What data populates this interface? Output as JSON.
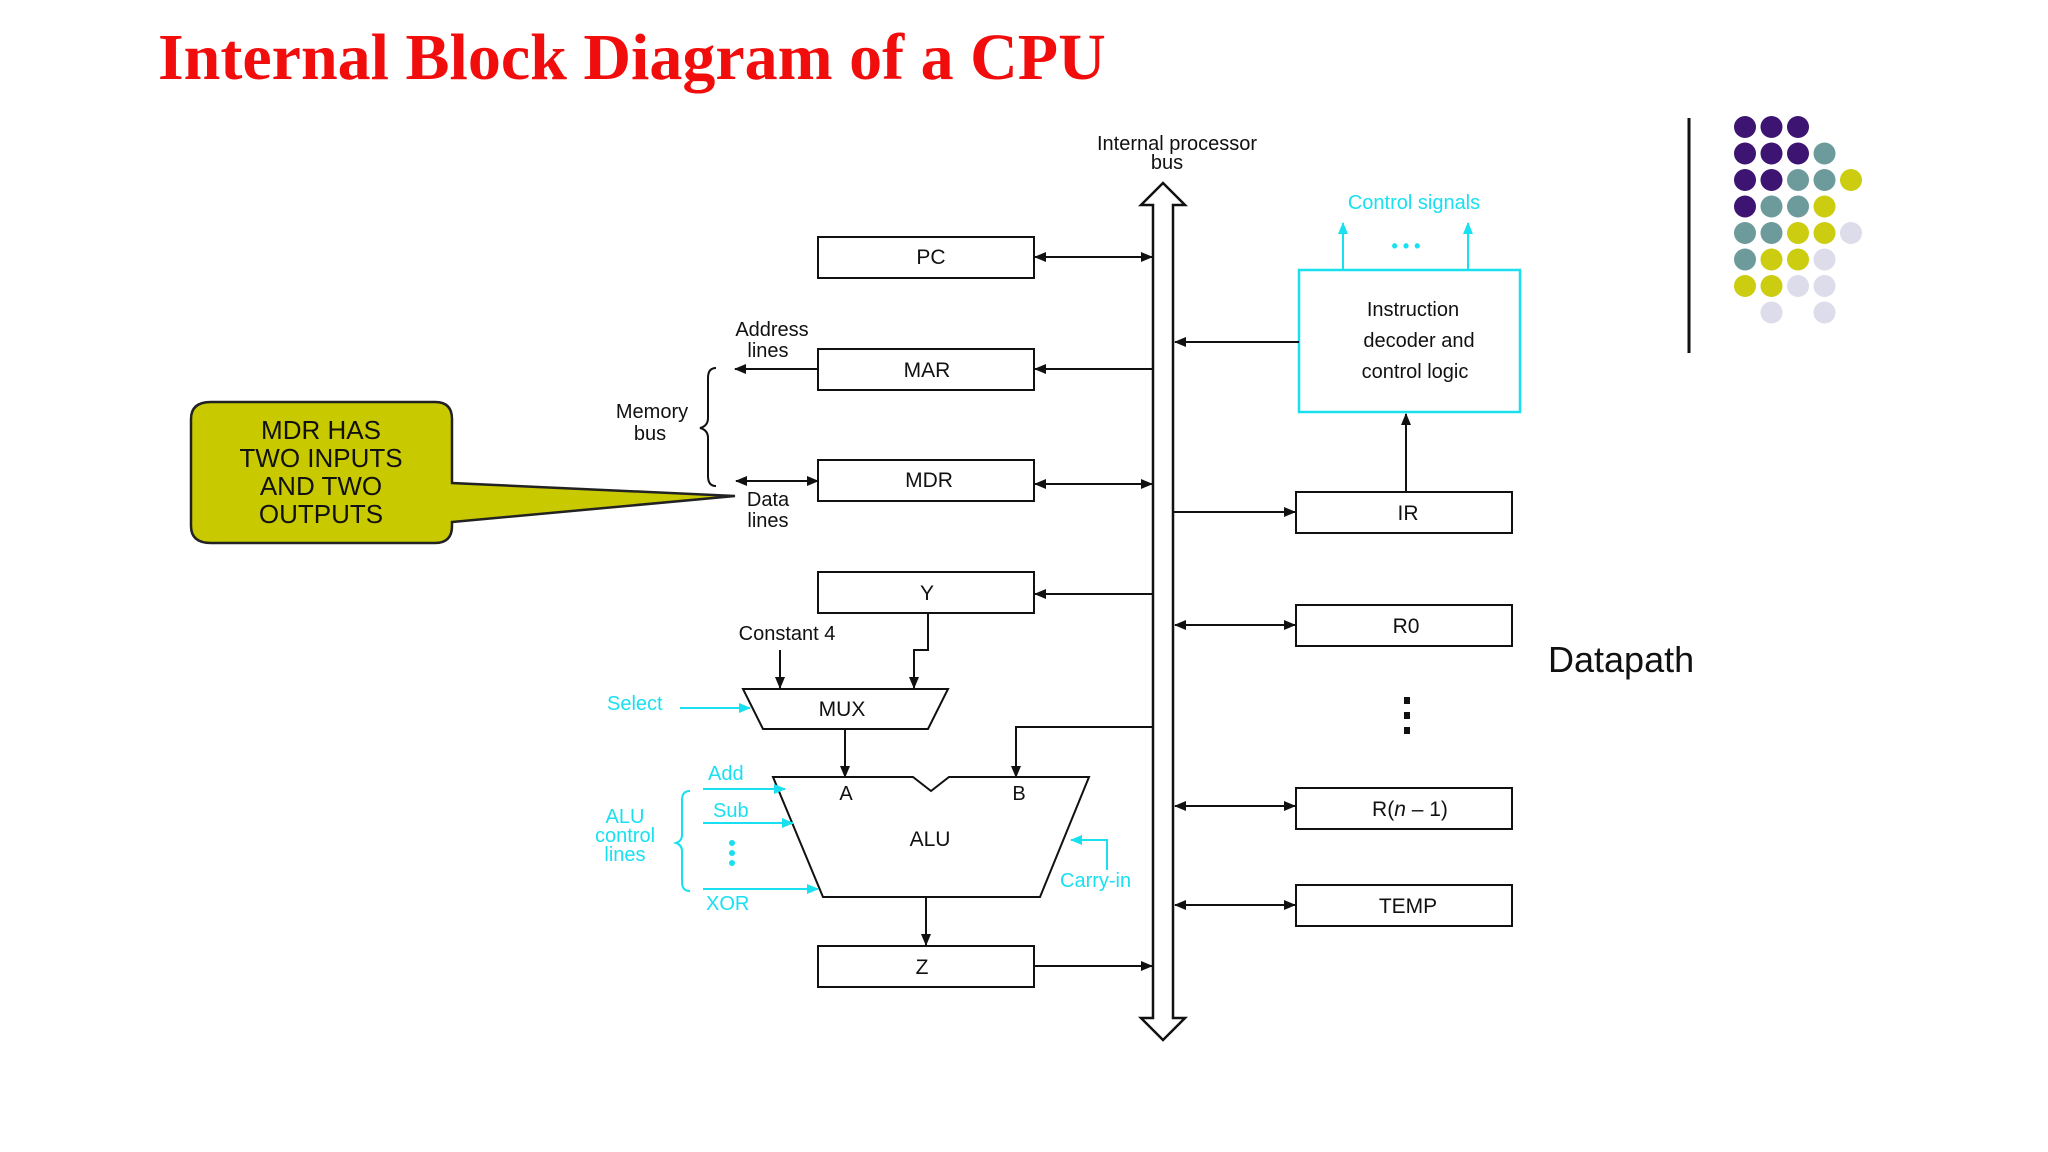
{
  "title": "Internal Block Diagram of a CPU",
  "bus": {
    "label_line1": "Internal processor",
    "label_line2": "bus"
  },
  "registers": {
    "pc": "PC",
    "mar": "MAR",
    "mdr": "MDR",
    "y": "Y",
    "z": "Z",
    "ir": "IR",
    "r0": "R0",
    "rn_prefix": "R(",
    "rn_var": "n",
    "rn_suffix": " – 1)",
    "temp": "TEMP"
  },
  "labels": {
    "address_lines_1": "Address",
    "address_lines_2": "lines",
    "memory_bus_1": "Memory",
    "memory_bus_2": "bus",
    "data_lines_1": "Data",
    "data_lines_2": "lines",
    "constant_4": "Constant 4",
    "mux": "MUX",
    "alu": "ALU",
    "alu_a": "A",
    "alu_b": "B",
    "dots_h": "• • •",
    "datapath": "Datapath"
  },
  "control": {
    "control_signals": "Control signals",
    "decoder_line1": "Instruction",
    "decoder_line2": "decoder and",
    "decoder_line3": "control logic",
    "select": "Select",
    "add": "Add",
    "sub": "Sub",
    "xor": "XOR",
    "alu_control_1": "ALU",
    "alu_control_2": "control",
    "alu_control_3": "lines",
    "carry_in": "Carry-in"
  },
  "callout": {
    "line1": "MDR HAS",
    "line2": "TWO INPUTS",
    "line3": "AND TWO",
    "line4": "OUTPUTS"
  },
  "colors": {
    "title": "#f20d0d",
    "cyan": "#19e0f0",
    "callout_fill": "#c9c900",
    "purple": "#3d1472",
    "teal": "#6d9b9b",
    "yellow": "#cccc11",
    "lavender": "#dcdcea"
  },
  "decoration_dots": [
    [
      "purple",
      "purple",
      "purple",
      "",
      "",
      ""
    ],
    [
      "purple",
      "purple",
      "purple",
      "teal",
      "",
      ""
    ],
    [
      "purple",
      "purple",
      "teal",
      "teal",
      "yellow",
      ""
    ],
    [
      "purple",
      "teal",
      "teal",
      "yellow",
      "",
      ""
    ],
    [
      "teal",
      "teal",
      "yellow",
      "yellow",
      "lavender",
      ""
    ],
    [
      "teal",
      "yellow",
      "yellow",
      "lavender",
      "",
      ""
    ],
    [
      "yellow",
      "yellow",
      "lavender",
      "lavender",
      "",
      ""
    ],
    [
      "",
      "lavender",
      "",
      "lavender",
      "",
      ""
    ]
  ]
}
